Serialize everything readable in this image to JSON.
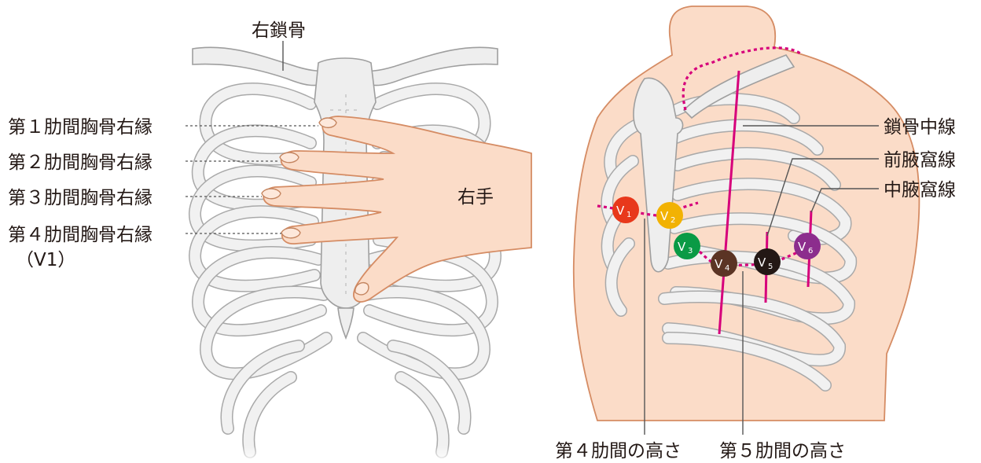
{
  "left_panel": {
    "clavicle_label": "右鎖骨",
    "hand_label": "右手",
    "intercostal_labels": [
      {
        "text": "第１肋間胸骨右縁"
      },
      {
        "text": "第２肋間胸骨右縁"
      },
      {
        "text": "第３肋間胸骨右縁"
      },
      {
        "text": "第４肋間胸骨右縁"
      }
    ],
    "v1_note": "（V1）"
  },
  "right_panel": {
    "line_labels": {
      "midclavicular": "鎖骨中線",
      "anterior_axillary": "前腋窩線",
      "mid_axillary": "中腋窩線"
    },
    "height_labels": {
      "fourth": "第４肋間の高さ",
      "fifth": "第５肋間の高さ"
    },
    "electrodes": [
      {
        "letter": "V",
        "sub": "1",
        "color": "#e8381b"
      },
      {
        "letter": "V",
        "sub": "2",
        "color": "#f2b203"
      },
      {
        "letter": "V",
        "sub": "3",
        "color": "#0a9a45"
      },
      {
        "letter": "V",
        "sub": "4",
        "color": "#5b3424"
      },
      {
        "letter": "V",
        "sub": "5",
        "color": "#231815"
      },
      {
        "letter": "V",
        "sub": "6",
        "color": "#8c2d8d"
      }
    ],
    "marker_color": "#d6007b",
    "skin_color": "#fbdcc8"
  }
}
